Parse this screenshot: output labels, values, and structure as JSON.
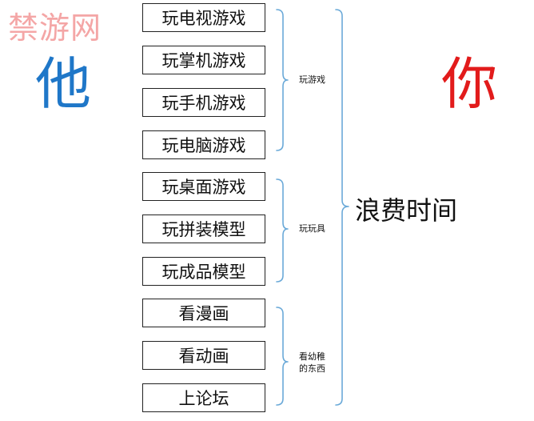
{
  "watermark": "禁游网",
  "left_char": "他",
  "right_char": "你",
  "items": [
    "玩电视游戏",
    "玩掌机游戏",
    "玩手机游戏",
    "玩电脑游戏",
    "玩桌面游戏",
    "玩拼装模型",
    "玩成品模型",
    "看漫画",
    "看动画",
    "上论坛"
  ],
  "groups": [
    {
      "label": "玩游戏"
    },
    {
      "label": "玩玩具"
    },
    {
      "label_line1": "看幼稚",
      "label_line2": "的东西"
    }
  ],
  "result": "浪费时间",
  "colors": {
    "left_char": "#1f77c8",
    "right_char": "#e21b1b",
    "watermark": "#f4a6a6",
    "brace": "#6aa9d8"
  }
}
